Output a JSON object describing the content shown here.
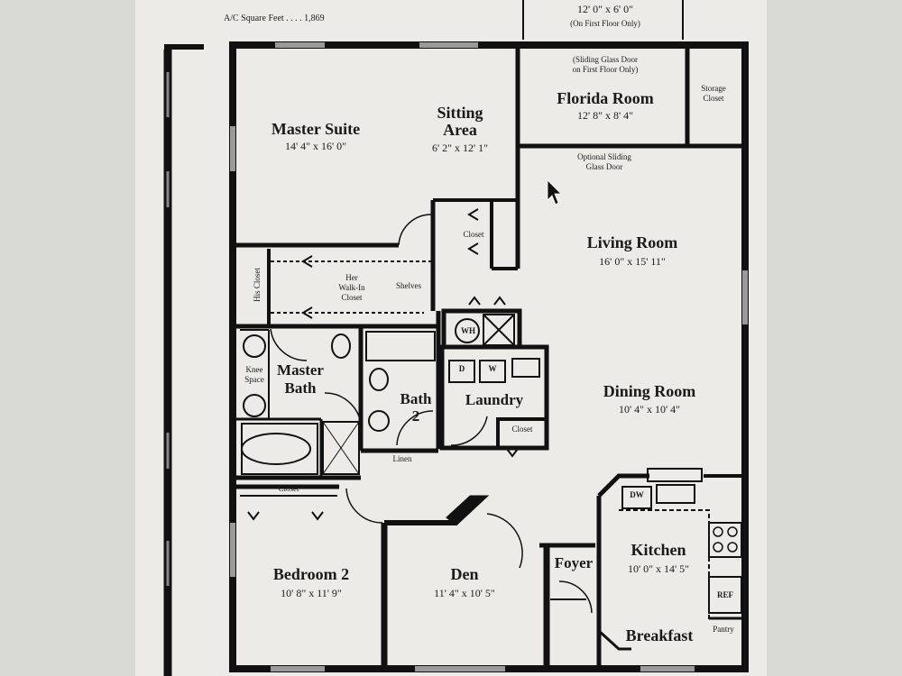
{
  "header": {
    "ac_sqft": "A/C Square Feet . . . . 1,869",
    "porch_dim": "12' 0\" x 6' 0\"",
    "porch_note": "(On First Floor Only)"
  },
  "rooms": {
    "master_suite": {
      "name": "Master Suite",
      "dim": "14' 4\" x 16' 0\""
    },
    "sitting_area": {
      "name1": "Sitting",
      "name2": "Area",
      "dim": "6' 2\" x 12' 1\""
    },
    "florida_room": {
      "name": "Florida Room",
      "dim": "12' 8\" x 8' 4\"",
      "note1": "(Sliding Glass Door",
      "note2": "on First Floor Only)"
    },
    "storage_closet": {
      "l1": "Storage",
      "l2": "Closet"
    },
    "optional_door": {
      "l1": "Optional Sliding",
      "l2": "Glass Door"
    },
    "living_room": {
      "name": "Living Room",
      "dim": "16' 0\" x 15' 11\""
    },
    "closet_top": "Closet",
    "her_closet": {
      "l1": "Her",
      "l2": "Walk-In",
      "l3": "Closet"
    },
    "shelves": "Shelves",
    "his_closet": "His Closet",
    "wh": "WH",
    "knee_space": {
      "l1": "Knee",
      "l2": "Space"
    },
    "master_bath": {
      "l1": "Master",
      "l2": "Bath"
    },
    "bath2": {
      "l1": "Bath",
      "l2": "2"
    },
    "laundry": {
      "name": "Laundry",
      "d": "D",
      "w": "W"
    },
    "laundry_closet": "Closet",
    "dining_room": {
      "name": "Dining Room",
      "dim": "10' 4\" x 10' 4\""
    },
    "linen": "Linen",
    "closet_bed2": "Closet",
    "bedroom2": {
      "name": "Bedroom 2",
      "dim": "10' 8\" x 11' 9\""
    },
    "den": {
      "name": "Den",
      "dim": "11' 4\" x 10' 5\""
    },
    "foyer": "Foyer",
    "kitchen": {
      "name": "Kitchen",
      "dim": "10' 0\" x 14' 5\"",
      "dw": "DW",
      "ref": "REF"
    },
    "breakfast": "Breakfast",
    "pantry": "Pantry"
  }
}
